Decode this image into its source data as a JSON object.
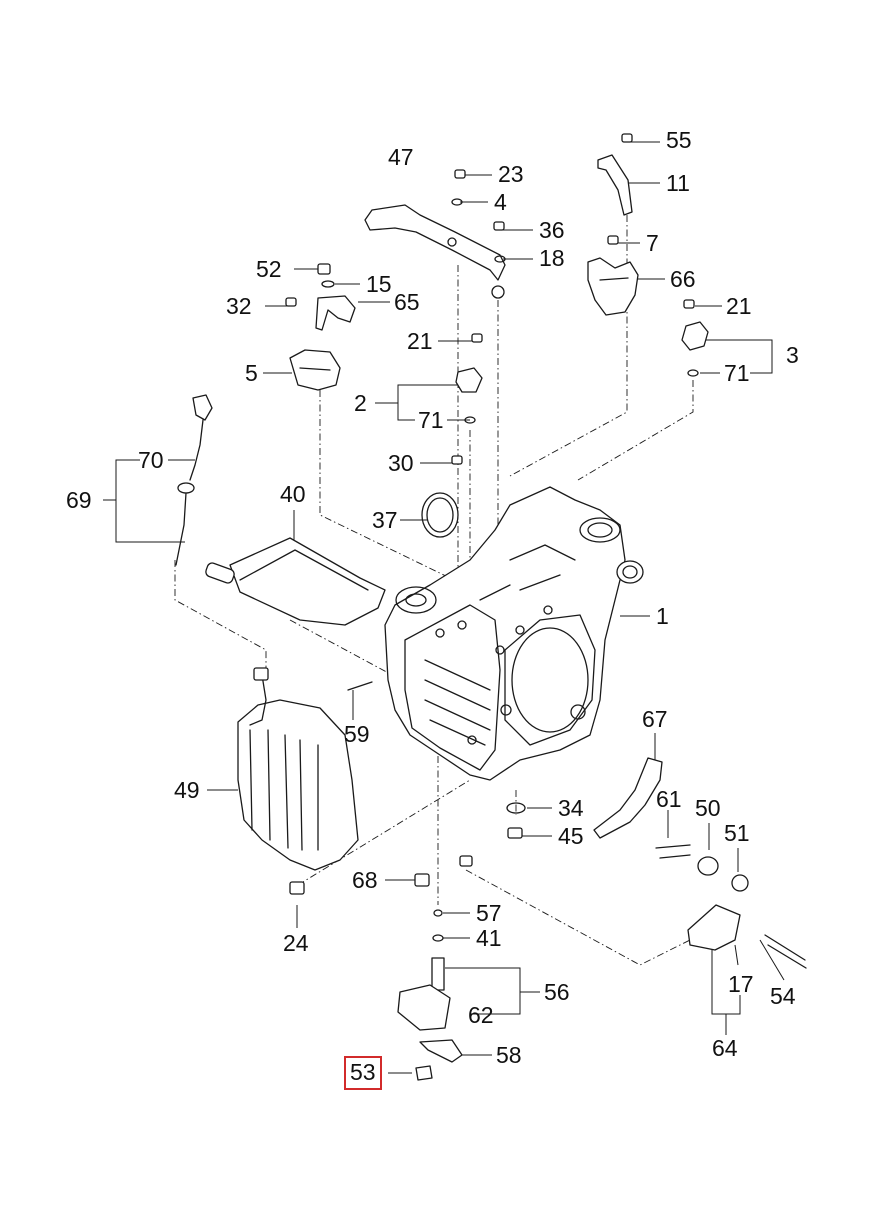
{
  "diagram": {
    "highlighted_part": "53",
    "callouts": {
      "p55": "55",
      "p11": "11",
      "p47": "47",
      "p23": "23",
      "p4": "4",
      "p36": "36",
      "p7": "7",
      "p18": "18",
      "p66": "66",
      "p52": "52",
      "p15": "15",
      "p65": "65",
      "p32": "32",
      "p21a": "21",
      "p21b": "21",
      "p3": "3",
      "p71a": "71",
      "p5": "5",
      "p2": "2",
      "p71b": "71",
      "p30": "30",
      "p70": "70",
      "p69": "69",
      "p40": "40",
      "p37": "37",
      "p1": "1",
      "p59": "59",
      "p67": "67",
      "p49": "49",
      "p61": "61",
      "p50": "50",
      "p34": "34",
      "p51": "51",
      "p45": "45",
      "p68": "68",
      "p57": "57",
      "p24": "24",
      "p41": "41",
      "p56": "56",
      "p17": "17",
      "p54": "54",
      "p62": "62",
      "p58": "58",
      "p53": "53",
      "p64": "64"
    }
  }
}
